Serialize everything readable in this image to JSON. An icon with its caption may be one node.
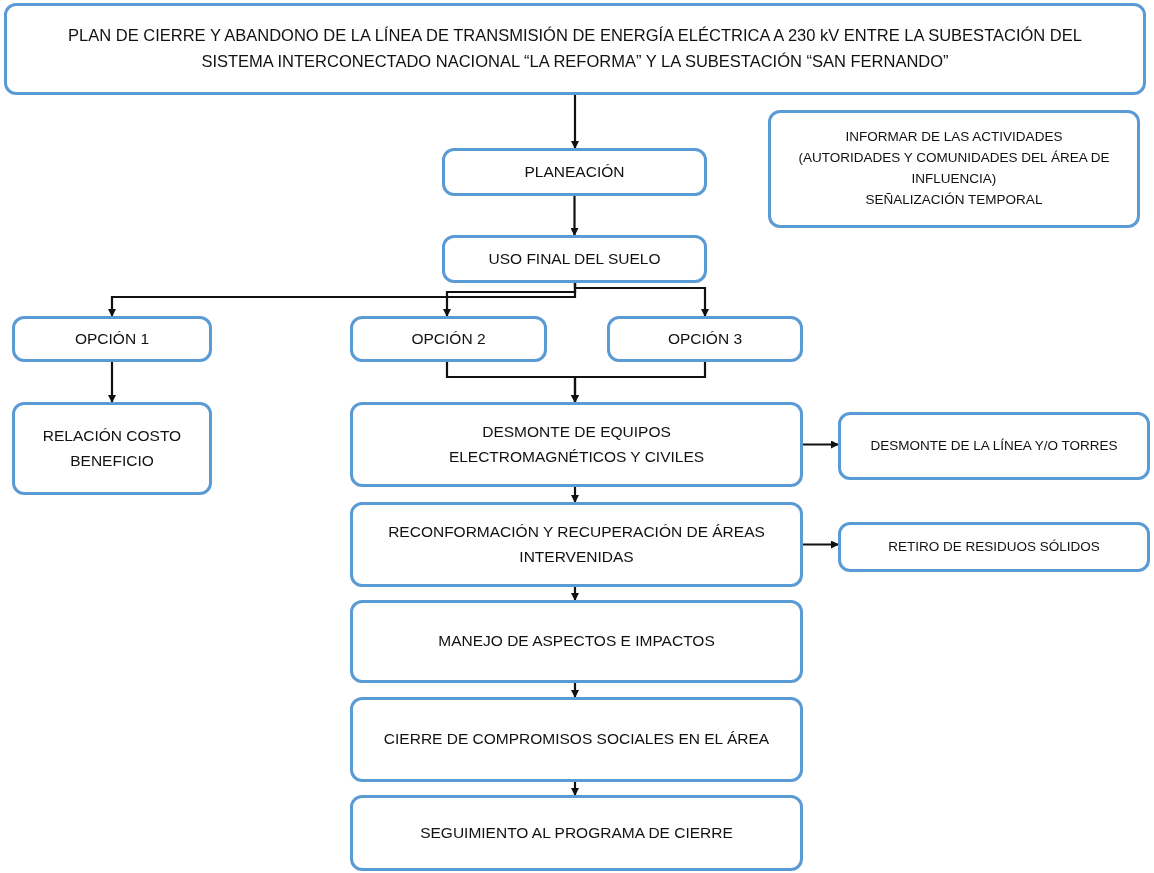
{
  "diagram": {
    "nodes": [
      {
        "text": [
          "PLAN DE CIERRE Y ABANDONO DE LA LÍNEA DE TRANSMISIÓN DE ENERGÍA ELÉCTRICA A 230 kV ENTRE LA SUBESTACIÓN DEL SISTEMA INTERCONECTADO NACIONAL “LA REFORMA” Y LA SUBESTACIÓN “SAN FERNANDO”"
        ]
      },
      {
        "text": [
          "INFORMAR DE LAS ACTIVIDADES (AUTORIDADES Y COMUNIDADES DEL ÁREA DE INFLUENCIA)",
          "SEÑALIZACIÓN TEMPORAL"
        ]
      },
      {
        "text": [
          "PLANEACIÓN"
        ]
      },
      {
        "text": [
          "USO FINAL DEL SUELO"
        ]
      },
      {
        "text": [
          "OPCIÓN 1"
        ]
      },
      {
        "text": [
          "OPCIÓN 2"
        ]
      },
      {
        "text": [
          "OPCIÓN 3"
        ]
      },
      {
        "text": [
          "RELACIÓN COSTO BENEFICIO"
        ]
      },
      {
        "text": [
          "DESMONTE DE EQUIPOS ELECTROMAGNÉTICOS Y CIVILES"
        ]
      },
      {
        "text": [
          "DESMONTE DE LA LÍNEA Y/O TORRES"
        ]
      },
      {
        "text": [
          "RECONFORMACIÓN Y RECUPERACIÓN DE ÁREAS INTERVENIDAS"
        ]
      },
      {
        "text": [
          "RETIRO DE RESIDUOS SÓLIDOS"
        ]
      },
      {
        "text": [
          "MANEJO DE ASPECTOS E IMPACTOS"
        ]
      },
      {
        "text": [
          "CIERRE DE COMPROMISOS SOCIALES EN EL ÁREA"
        ]
      },
      {
        "text": [
          "SEGUIMIENTO AL PROGRAMA DE CIERRE"
        ]
      }
    ],
    "edges": [
      {
        "from": 0,
        "to": 2,
        "arrow": "to"
      },
      {
        "from": 2,
        "to": 3,
        "arrow": "to"
      },
      {
        "from": 3,
        "to": 4,
        "arrow": "to"
      },
      {
        "from": 3,
        "to": 5,
        "arrow": "to"
      },
      {
        "from": 3,
        "to": 6,
        "arrow": "to"
      },
      {
        "from": 4,
        "to": 7,
        "arrow": "to"
      },
      {
        "from": 5,
        "to": 8,
        "arrow": "to"
      },
      {
        "from": 6,
        "to": 8,
        "arrow": "to"
      },
      {
        "from": 8,
        "to": 9,
        "arrow": "to"
      },
      {
        "from": 8,
        "to": 10,
        "arrow": "to"
      },
      {
        "from": 10,
        "to": 11,
        "arrow": "to"
      },
      {
        "from": 10,
        "to": 12,
        "arrow": "to"
      },
      {
        "from": 12,
        "to": 13,
        "arrow": "to"
      },
      {
        "from": 13,
        "to": 14,
        "arrow": "to"
      }
    ]
  }
}
